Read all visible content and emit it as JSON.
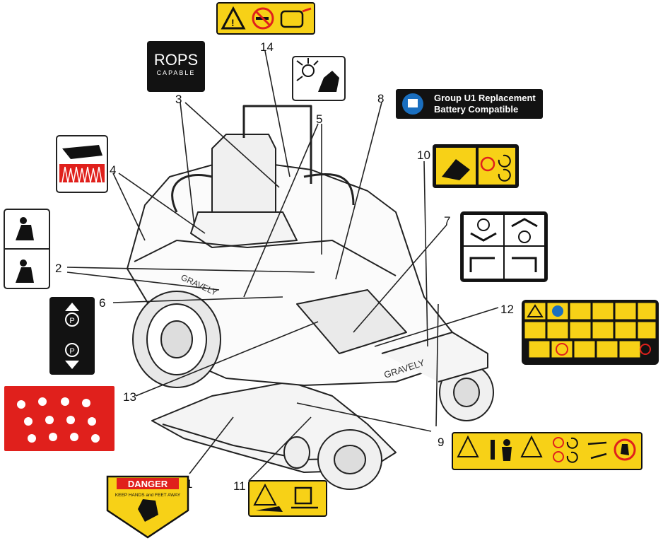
{
  "diagram": {
    "callouts": [
      "1",
      "2",
      "3",
      "4",
      "5",
      "6",
      "7",
      "8",
      "9",
      "10",
      "11",
      "12",
      "13",
      "14"
    ],
    "decals": {
      "rops": {
        "line1": "ROPS",
        "line2": "CAPABLE"
      },
      "battery": {
        "line1": "Group U1 Replacement",
        "line2": "Battery Compatible"
      },
      "danger": {
        "header": "DANGER",
        "subtext": "KEEP HANDS and FEET AWAY"
      },
      "brand": "GRAVELY"
    }
  },
  "colors": {
    "warning_yellow": "#f7d117",
    "danger_red": "#e0201c",
    "decal_black": "#121212",
    "line": "#222222"
  },
  "icons": [
    "warning-triangle-icon",
    "no-smoking-icon",
    "fuel-can-icon",
    "hand-hazard-icon",
    "parking-brake-icon",
    "manual-read-icon",
    "operator-icon",
    "entanglement-icon",
    "rotation-icon"
  ]
}
